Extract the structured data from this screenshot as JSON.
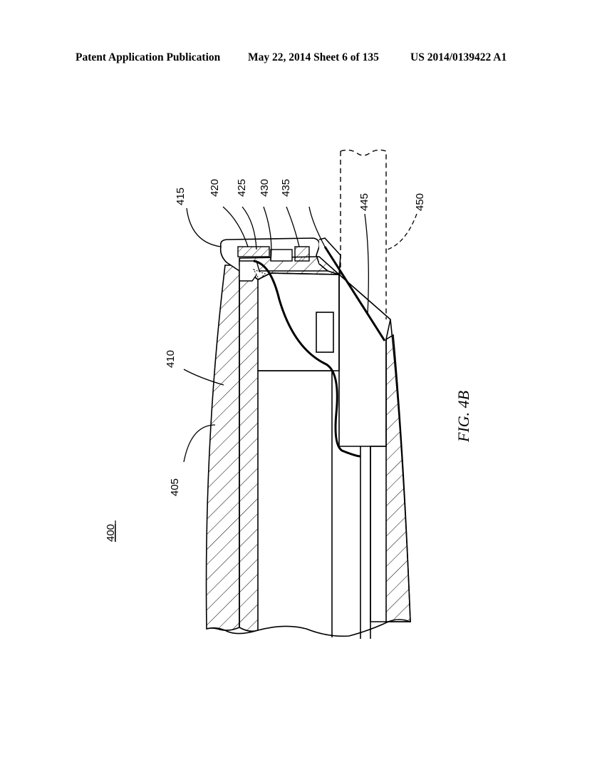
{
  "header": {
    "publication": "Patent Application Publication",
    "date_sheet": "May 22, 2014  Sheet 6 of 135",
    "patent_number": "US 2014/0139422 A1"
  },
  "figure": {
    "label": "FIG.  4B",
    "main_ref": "400",
    "refs": {
      "r405": "405",
      "r410": "410",
      "r415": "415",
      "r420": "420",
      "r425": "425",
      "r430": "430",
      "r435": "435",
      "r445": "445",
      "r450": "450"
    }
  }
}
